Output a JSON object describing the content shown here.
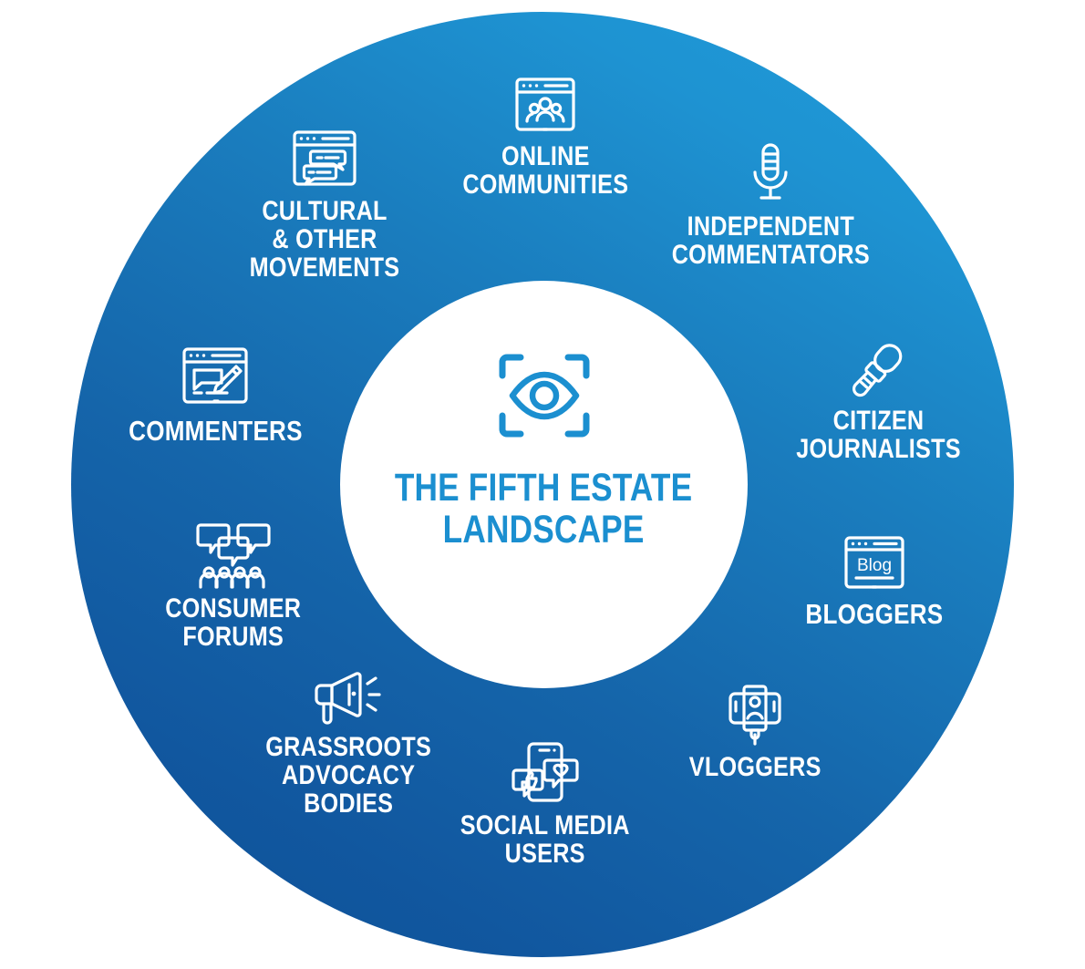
{
  "center": {
    "title": "THE FIFTH ESTATE\nLANDSCAPE",
    "icon": "eye-scan-icon",
    "title_color": "#1b8fd0",
    "background_color": "#ffffff"
  },
  "theme": {
    "gradient_start": "#0d5096",
    "gradient_end": "#219dda",
    "label_color": "#ffffff",
    "page_background": "#ffffff"
  },
  "chart_data": {
    "type": "diagram",
    "subtype": "circular-hub-and-spoke",
    "title": "THE FIFTH ESTATE LANDSCAPE",
    "center_label": "THE FIFTH ESTATE LANDSCAPE",
    "node_count": 10,
    "categories": [
      "ONLINE COMMUNITIES",
      "INDEPENDENT COMMENTATORS",
      "CITIZEN JOURNALISTS",
      "BLOGGERS",
      "VLOGGERS",
      "SOCIAL MEDIA USERS",
      "GRASSROOTS ADVOCACY BODIES",
      "CONSUMER FORUMS",
      "COMMENTERS",
      "CULTURAL & OTHER MOVEMENTS"
    ],
    "legend": [],
    "annotations": []
  },
  "nodes": [
    {
      "id": "online-communities",
      "label": "ONLINE\nCOMMUNITIES",
      "icon": "browser-people-icon",
      "angle_deg": 90
    },
    {
      "id": "independent-commentators",
      "label": "INDEPENDENT\nCOMMENTATORS",
      "icon": "microphone-icon",
      "angle_deg": 54
    },
    {
      "id": "citizen-journalists",
      "label": "CITIZEN\nJOURNALISTS",
      "icon": "reporter-microphone-icon",
      "angle_deg": 18
    },
    {
      "id": "bloggers",
      "label": "BLOGGERS",
      "icon": "browser-blog-icon",
      "angle_deg": 342
    },
    {
      "id": "vloggers",
      "label": "VLOGGERS",
      "icon": "selfie-stick-phone-icon",
      "angle_deg": 306
    },
    {
      "id": "social-media-users",
      "label": "SOCIAL MEDIA\nUSERS",
      "icon": "phone-like-heart-icon",
      "angle_deg": 270
    },
    {
      "id": "grassroots-advocacy-bodies",
      "label": "GRASSROOTS\nADVOCACY\nBODIES",
      "icon": "megaphone-icon",
      "angle_deg": 234
    },
    {
      "id": "consumer-forums",
      "label": "CONSUMER\nFORUMS",
      "icon": "speech-bubbles-people-icon",
      "angle_deg": 198
    },
    {
      "id": "commenters",
      "label": "COMMENTERS",
      "icon": "browser-pencil-icon",
      "angle_deg": 162
    },
    {
      "id": "cultural-other-movements",
      "label": "CULTURAL\n& OTHER\nMOVEMENTS",
      "icon": "browser-chat-icon",
      "angle_deg": 126
    }
  ]
}
